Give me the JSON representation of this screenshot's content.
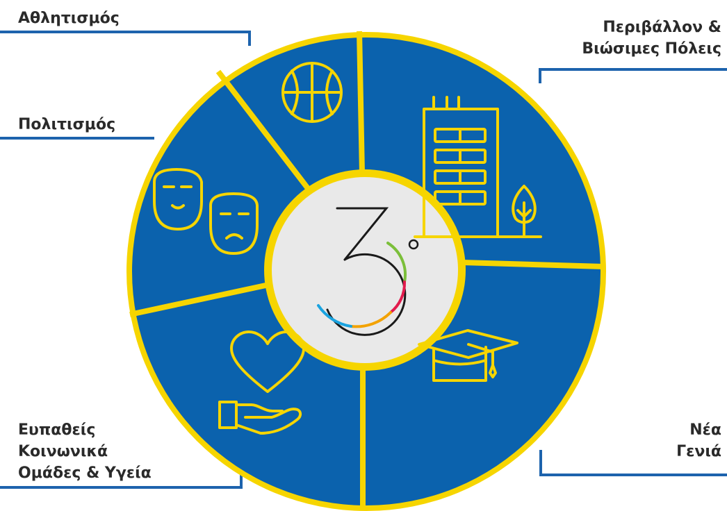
{
  "colors": {
    "segment_fill": "#0b62ad",
    "ring_yellow": "#f6d500",
    "center_fill": "#e9e9e9",
    "leader_line": "#1d63ad",
    "label_text": "#2a2a2a"
  },
  "center_logo": {
    "icon": "3-degree-logo",
    "stroke_colors": [
      "#1a1a1a",
      "#7bbf3a",
      "#e21b4d",
      "#f3a200",
      "#1aa3e0"
    ]
  },
  "segments": [
    {
      "id": "sports",
      "label": "Αθλητισμός",
      "icon": "basketball-icon"
    },
    {
      "id": "environment",
      "label": "Περιβάλλον &\nΒιώσιμες Πόλεις",
      "icon": "building-tree-icon"
    },
    {
      "id": "culture",
      "label": "Πολιτισμός",
      "icon": "theatre-masks-icon"
    },
    {
      "id": "vulnerable_groups",
      "label": "Ευπαθείς\nΚοινωνικά\nΟμάδες & Υγεία",
      "icon": "heart-hand-icon"
    },
    {
      "id": "youth",
      "label": "Νέα\nΓενιά",
      "icon": "graduation-cap-icon"
    }
  ]
}
